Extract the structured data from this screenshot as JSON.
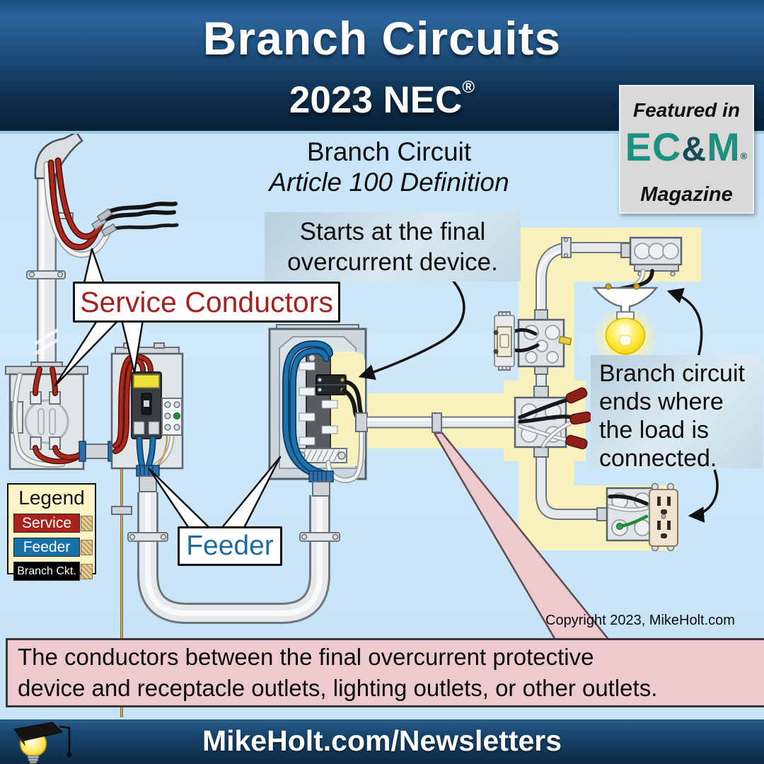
{
  "header": {
    "title": "Branch Circuits",
    "nec": "2023 NEC",
    "reg": "®"
  },
  "ecm_badge": {
    "featured": "Featured in",
    "ec": "EC",
    "amp": "&",
    "m": "M",
    "reg": "®",
    "magazine": "Magazine"
  },
  "heading": {
    "line1": "Branch Circuit",
    "line2": "Article 100 Definition"
  },
  "callouts": {
    "starts": "Starts at the final overcurrent device.",
    "service": "Service Conductors",
    "feeder": "Feeder",
    "ends": "Branch circuit ends where the load is connected."
  },
  "legend": {
    "title": "Legend",
    "items": [
      {
        "label": "Service",
        "color": "#a8231d"
      },
      {
        "label": "Feeder",
        "color": "#1770a8"
      },
      {
        "label": "Branch Ckt.",
        "color": "#000000"
      }
    ]
  },
  "notes": {
    "copyright": "Copyright 2023, MikeHolt.com"
  },
  "definition": {
    "line1": "The conductors between the final overcurrent protective",
    "line2": "device and receptacle outlets, lighting outlets, or other outlets."
  },
  "footer": {
    "url": "MikeHolt.com/Newsletters"
  },
  "diagram": {
    "elements": [
      "weatherhead",
      "service-mast",
      "drip-loop-wires",
      "meter-enclosure",
      "service-disconnect",
      "panelboard",
      "feeder-conduit",
      "branch-circuit-conduit",
      "toggle-switch",
      "junction-boxes",
      "lampholder",
      "glowing-bulb",
      "duplex-receptacle",
      "grounding-electrode-conductor"
    ],
    "colors": {
      "service_wire": "#a8291f",
      "feeder_wire": "#1d71ad",
      "branch_highlight": "#f8f1bd",
      "definition_pink": "#eccacd",
      "background_blue": "#c9e4f7"
    }
  }
}
